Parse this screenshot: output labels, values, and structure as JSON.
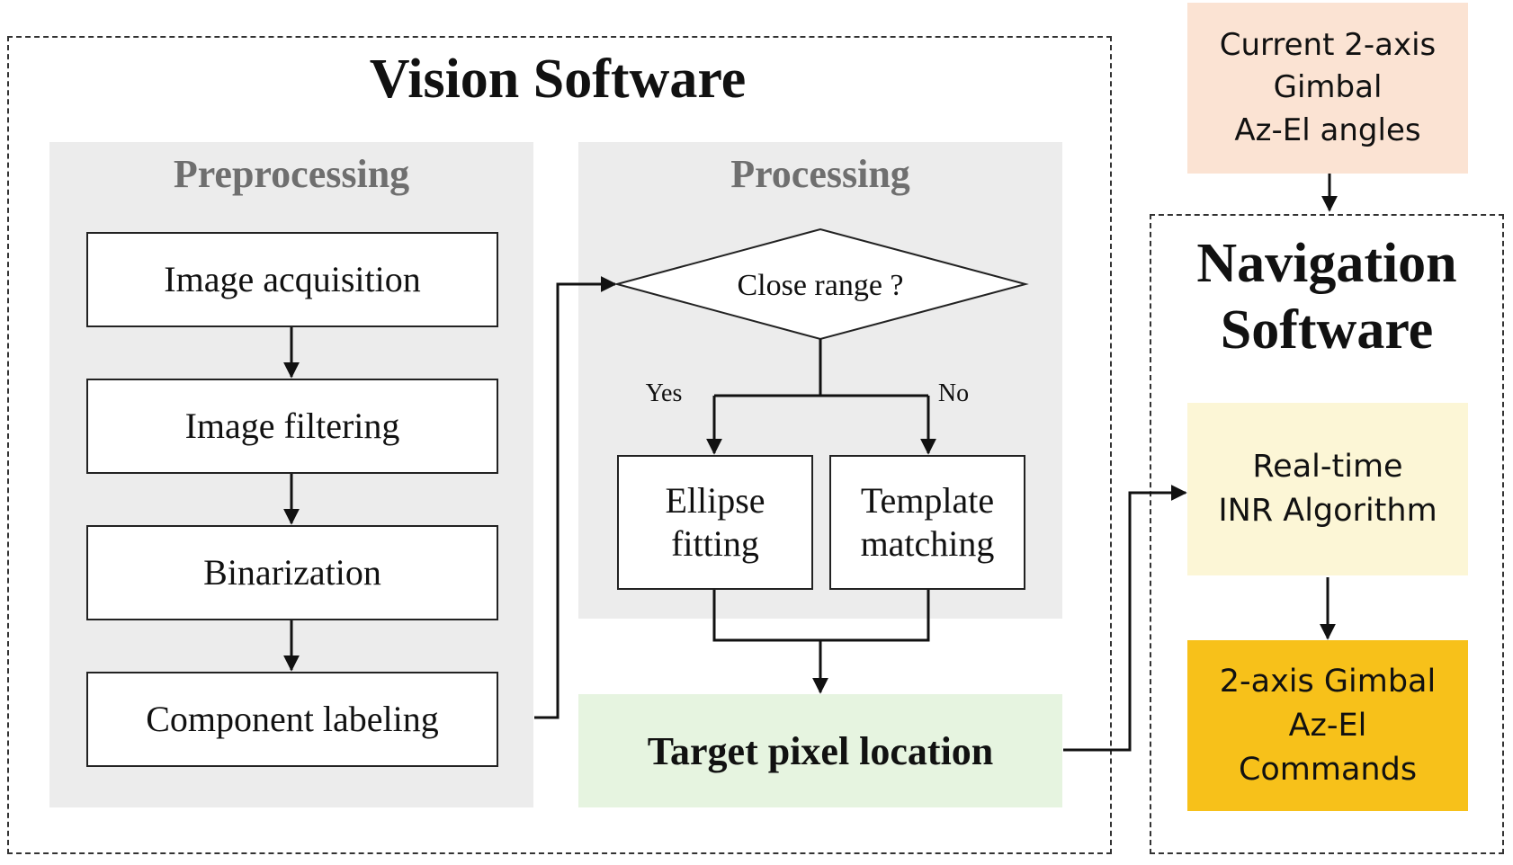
{
  "vision": {
    "title": "Vision Software",
    "preprocessing": {
      "title": "Preprocessing",
      "steps": [
        "Image acquisition",
        "Image filtering",
        "Binarization",
        "Component labeling"
      ]
    },
    "processing": {
      "title": "Processing",
      "decision": "Close range ?",
      "yes_label": "Yes",
      "no_label": "No",
      "ellipse": [
        "Ellipse",
        "fitting"
      ],
      "template": [
        "Template",
        "matching"
      ]
    },
    "target": "Target pixel location"
  },
  "gimbal_angles": [
    "Current 2-axis",
    "Gimbal",
    "Az-El angles"
  ],
  "navigation": {
    "title": [
      "Navigation",
      "Software"
    ],
    "algorithm": [
      "Real-time",
      "INR Algorithm"
    ],
    "commands": [
      "2-axis Gimbal",
      "Az-El",
      "Commands"
    ]
  },
  "colors": {
    "panel_gray": "#ececec",
    "panel_title_gray": "#6f6f6f",
    "target_green": "#e6f4e0",
    "gimbal_peach": "#fbe3d3",
    "algorithm_yellow": "#fcf6d6",
    "commands_gold": "#f7c11a",
    "line": "#111111"
  }
}
